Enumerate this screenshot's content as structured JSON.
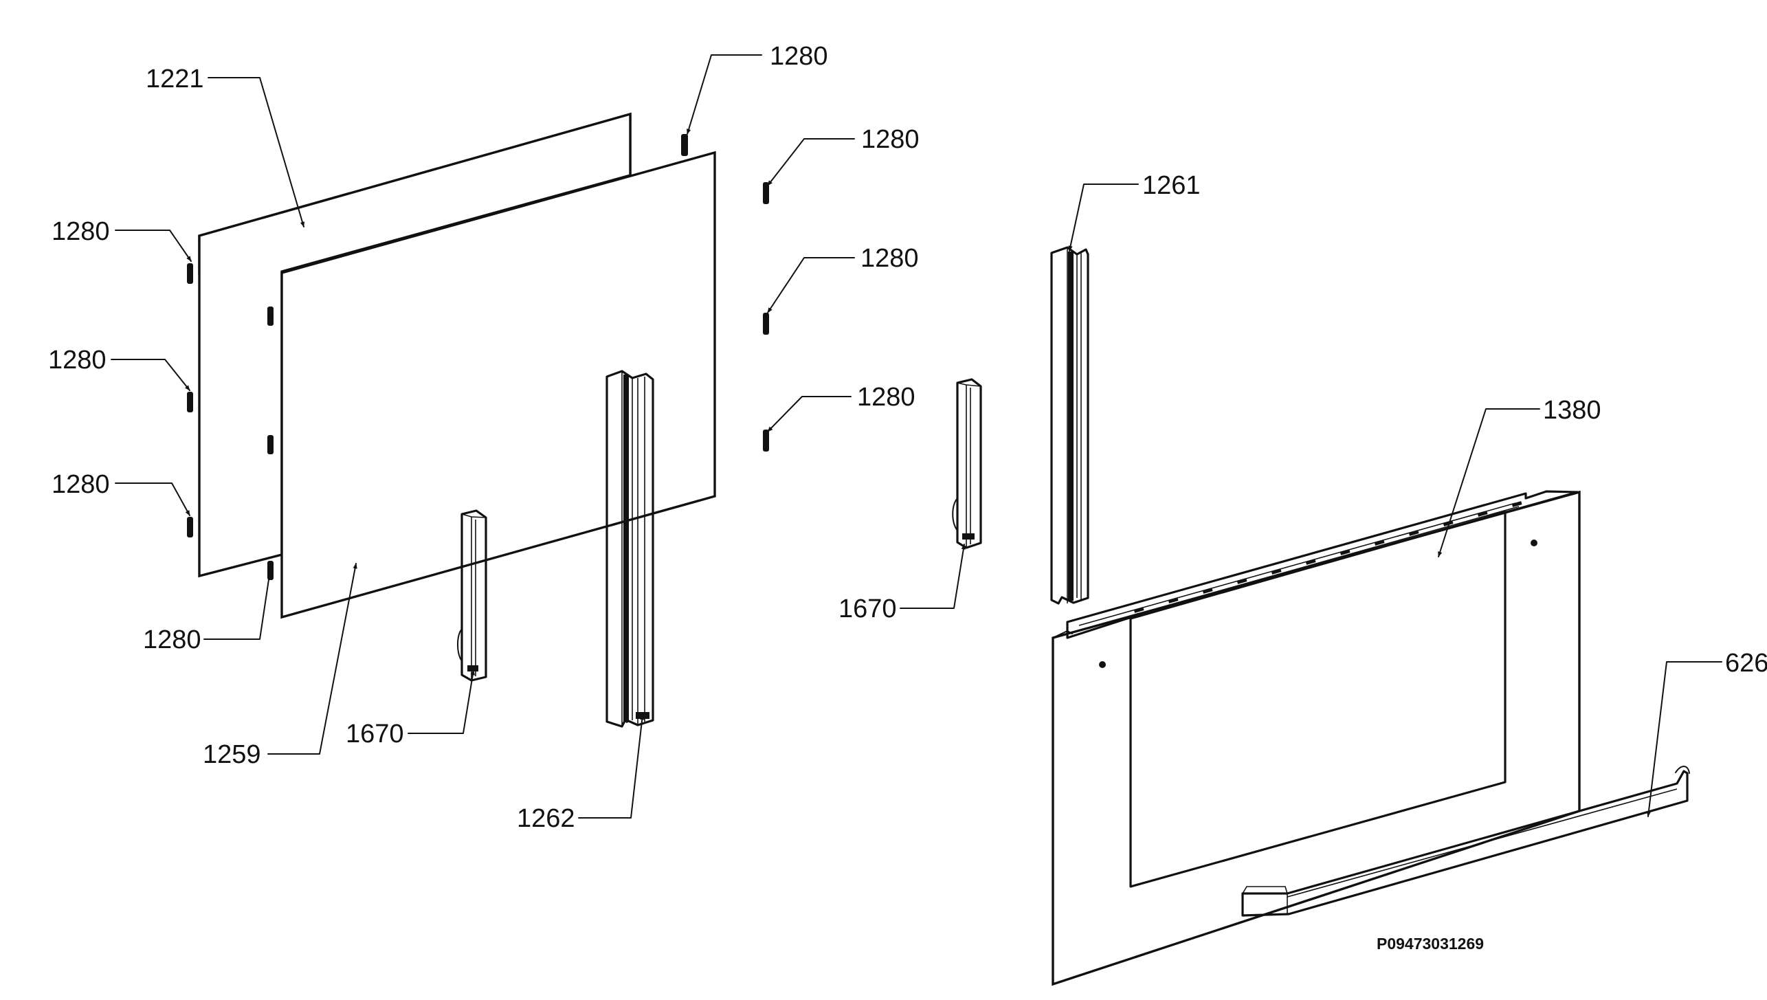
{
  "diagram": {
    "drawing_code": "P09473031269",
    "callouts": {
      "c1221": "1221",
      "c1280_top": "1280",
      "c1280_r1": "1280",
      "c1280_r2": "1280",
      "c1280_r3": "1280",
      "c1280_l1": "1280",
      "c1280_l2": "1280",
      "c1280_l3": "1280",
      "c1280_bottom": "1280",
      "c1259": "1259",
      "c1670_left": "1670",
      "c1262": "1262",
      "c1261": "1261",
      "c1670_right": "1670",
      "c1380": "1380",
      "c626": "626"
    }
  }
}
